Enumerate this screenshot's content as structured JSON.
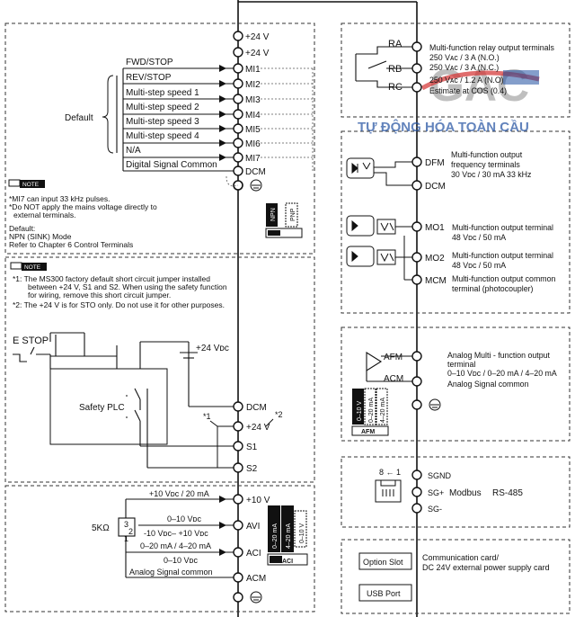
{
  "watermark": {
    "logo_text": "GAC",
    "tagline": "TỰ ĐỘNG HÓA TOÀN CẦU",
    "colors": {
      "blue": "#1f4fa0",
      "red": "#d32f2f",
      "grey": "#8a8a8a"
    }
  },
  "digital_inputs": {
    "terminals": [
      "+24 V",
      "+24 V",
      "MI1",
      "MI2",
      "MI3",
      "MI4",
      "MI5",
      "MI6",
      "MI7",
      "DCM"
    ],
    "function_labels": [
      "FWD/STOP",
      "REV/STOP",
      "Multi-step speed 1",
      "Multi-step speed 2",
      "Multi-step speed 3",
      "Multi-step speed 4",
      "N/A",
      "Digital Signal Common"
    ],
    "default_label": "Default",
    "note_badge": "NOTE",
    "notes": [
      "*MI7 can input 33 kHz pulses.",
      "*Do NOT apply the mains voltage directly to",
      "external terminals."
    ],
    "mode_lines": [
      "Default:",
      "NPN (SINK) Mode",
      "Refer to Chapter 6 Control Terminals"
    ],
    "switch": {
      "npn": "NPN",
      "pnp": "PNP"
    }
  },
  "safety": {
    "note_badge": "NOTE",
    "notes": [
      "*1: The MS300 factory default short circuit jumper installed",
      "between +24 V, S1 and S2. When using the safety function",
      "for wiring, remove this short circuit jumper.",
      "*2: The +24 V is for STO only. Do not use it for other purposes."
    ],
    "estop_label": "E STOP",
    "supply_label": "+24 Vᴅᴄ",
    "plc_label": "Safety PLC",
    "terminals": [
      "DCM",
      "+24 V",
      "S1",
      "S2"
    ],
    "markers": [
      "*1",
      "*2"
    ]
  },
  "analog_inputs": {
    "terminals": [
      "+10 V",
      "AVI",
      "ACI",
      "ACM"
    ],
    "pot_label": "5KΩ",
    "pot_pins": [
      "3",
      "2",
      "1"
    ],
    "labels": [
      "+10 Vᴅᴄ / 20 mA",
      "0–10 Vᴅᴄ",
      "-10 Vᴅᴄ– +10 Vᴅᴄ",
      "0–20 mA / 4–20 mA",
      "0–10 Vᴅᴄ",
      "Analog Signal common"
    ],
    "avi_switch": [
      "0–20 mA",
      "4–20 mA",
      "0–10 V"
    ],
    "aci_badge": "ACI"
  },
  "relay": {
    "terminals": [
      "RA",
      "RB",
      "RC"
    ],
    "lines": [
      "Multi-function relay output terminals",
      "250 Vᴀᴄ / 3 A (N.O.)",
      "250 Vᴀᴄ / 3 A (N.C.)",
      "250 Vᴀᴄ / 1.2 A (N.O)",
      "Estimate at COS (0.4)"
    ]
  },
  "digital_outputs": {
    "terminals": [
      "DFM",
      "DCM",
      "MO1",
      "MO2",
      "MCM"
    ],
    "dfm_desc": [
      "Multi-function output",
      "frequency terminals",
      "30 Vᴅᴄ / 30 mA 33 kHz"
    ],
    "mo1_desc": [
      "Multi-function output terminal",
      "48 Vᴅᴄ / 50 mA"
    ],
    "mo2_desc": [
      "Multi-function output terminal",
      "48 Vᴅᴄ / 50 mA"
    ],
    "mcm_desc": [
      "Multi-function output common",
      "terminal (photocoupler)"
    ]
  },
  "analog_output": {
    "terminals": [
      "AFM",
      "ACM"
    ],
    "desc": [
      "Analog Multi - function output",
      "terminal",
      "0–10 Vᴅᴄ / 0–20 mA / 4–20 mA",
      "Analog Signal common"
    ],
    "switch": [
      "0–10 V",
      "0–20 mA",
      "4–20 mA"
    ],
    "switch_badge": "AFM"
  },
  "communication": {
    "pins": "8 ← 1",
    "terminals": [
      "SGND",
      "SG+",
      "SG-"
    ],
    "modbus": "Modbus",
    "rs485": "RS-485"
  },
  "options": {
    "slot": "Option Slot",
    "usb": "USB Port",
    "desc": [
      "Communication card/",
      "DC 24V external power supply card"
    ]
  }
}
